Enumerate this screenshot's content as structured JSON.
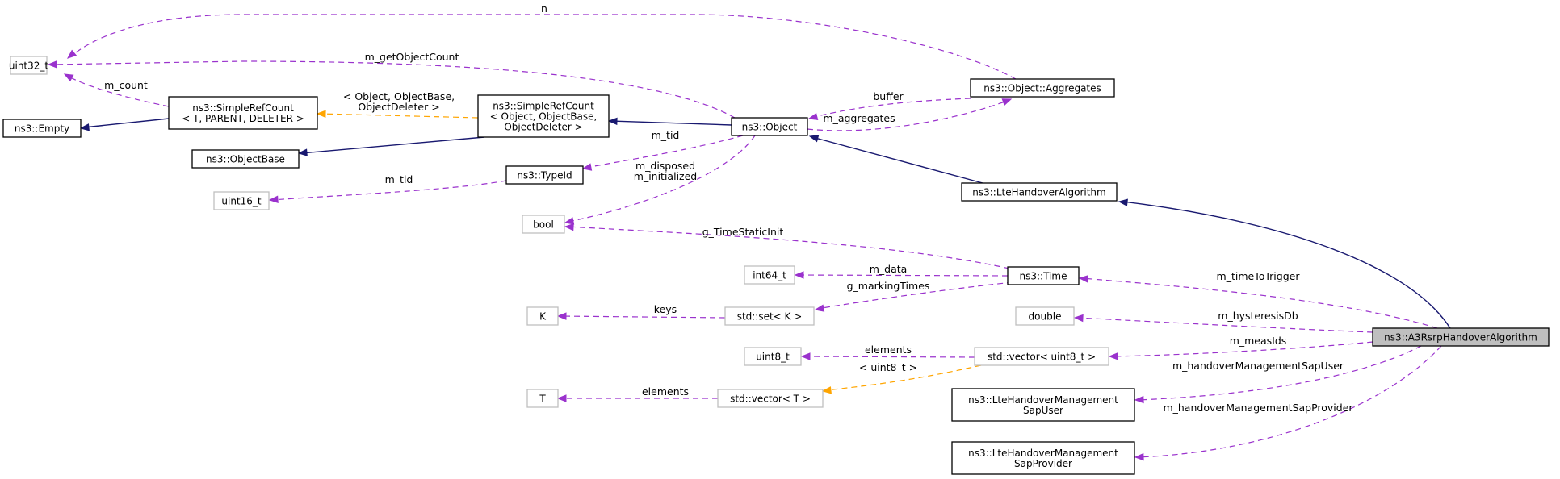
{
  "diagram": {
    "colors": {
      "inheritance": "#191970",
      "usage": "#9a32cd",
      "template": "#ffa500",
      "focus_fill": "#bfbfbf",
      "undocumented_border": "#bfbfbf"
    },
    "nodes": [
      {
        "id": "uint32_t",
        "lines": [
          "uint32_t"
        ]
      },
      {
        "id": "empty",
        "lines": [
          "ns3::Empty"
        ]
      },
      {
        "id": "simplerefcount_t",
        "lines": [
          "ns3::SimpleRefCount",
          "< T, PARENT, DELETER >"
        ]
      },
      {
        "id": "objectbase",
        "lines": [
          "ns3::ObjectBase"
        ]
      },
      {
        "id": "uint16_t",
        "lines": [
          "uint16_t"
        ]
      },
      {
        "id": "simplerefcount_obj",
        "lines": [
          "ns3::SimpleRefCount",
          "< Object, ObjectBase,",
          "ObjectDeleter >"
        ]
      },
      {
        "id": "typeid",
        "lines": [
          "ns3::TypeId"
        ]
      },
      {
        "id": "object",
        "lines": [
          "ns3::Object"
        ]
      },
      {
        "id": "aggregates",
        "lines": [
          "ns3::Object::Aggregates"
        ]
      },
      {
        "id": "bool",
        "lines": [
          "bool"
        ]
      },
      {
        "id": "lte_ho_alg",
        "lines": [
          "ns3::LteHandoverAlgorithm"
        ]
      },
      {
        "id": "int64_t",
        "lines": [
          "int64_t"
        ]
      },
      {
        "id": "time",
        "lines": [
          "ns3::Time"
        ]
      },
      {
        "id": "k",
        "lines": [
          "K"
        ]
      },
      {
        "id": "set_k",
        "lines": [
          "std::set< K >"
        ]
      },
      {
        "id": "double",
        "lines": [
          "double"
        ]
      },
      {
        "id": "a3rsrp",
        "lines": [
          "ns3::A3RsrpHandoverAlgorithm"
        ]
      },
      {
        "id": "uint8_t",
        "lines": [
          "uint8_t"
        ]
      },
      {
        "id": "vector_uint8",
        "lines": [
          "std::vector< uint8_t >"
        ]
      },
      {
        "id": "t",
        "lines": [
          "T"
        ]
      },
      {
        "id": "vector_t",
        "lines": [
          "std::vector< T >"
        ]
      },
      {
        "id": "sapuser",
        "lines": [
          "ns3::LteHandoverManagement",
          "SapUser"
        ]
      },
      {
        "id": "sapprovider",
        "lines": [
          "ns3::LteHandoverManagement",
          "SapProvider"
        ]
      }
    ],
    "edges": [
      {
        "id": "e-n",
        "from": "aggregates",
        "to": "uint32_t",
        "kind": "usage",
        "label": [
          "n"
        ]
      },
      {
        "id": "e-getobjectcount",
        "from": "object",
        "to": "uint32_t",
        "kind": "usage",
        "label": [
          "m_getObjectCount"
        ]
      },
      {
        "id": "e-count",
        "from": "simplerefcount_t",
        "to": "uint32_t",
        "kind": "usage",
        "label": [
          "m_count"
        ]
      },
      {
        "id": "e-empty",
        "from": "simplerefcount_t",
        "to": "empty",
        "kind": "inheritance",
        "label": []
      },
      {
        "id": "e-template-obj",
        "from": "simplerefcount_obj",
        "to": "simplerefcount_t",
        "kind": "template",
        "label": [
          "< Object, ObjectBase,",
          "ObjectDeleter >"
        ]
      },
      {
        "id": "e-objectbase",
        "from": "simplerefcount_obj",
        "to": "objectbase",
        "kind": "inheritance",
        "label": []
      },
      {
        "id": "e-object-src",
        "from": "object",
        "to": "simplerefcount_obj",
        "kind": "inheritance",
        "label": []
      },
      {
        "id": "e-buffer",
        "from": "aggregates",
        "to": "object",
        "kind": "usage",
        "label": [
          "buffer"
        ]
      },
      {
        "id": "e-aggregates",
        "from": "object",
        "to": "aggregates",
        "kind": "usage",
        "label": [
          "m_aggregates"
        ]
      },
      {
        "id": "e-tid",
        "from": "object",
        "to": "typeid",
        "kind": "usage",
        "label": [
          "m_tid"
        ]
      },
      {
        "id": "e-disposed",
        "from": "object",
        "to": "bool",
        "kind": "usage",
        "label": [
          "m_disposed",
          "m_initialized"
        ]
      },
      {
        "id": "e-typeid-tid",
        "from": "typeid",
        "to": "uint16_t",
        "kind": "usage",
        "label": [
          "m_tid"
        ]
      },
      {
        "id": "e-lteho-object",
        "from": "lte_ho_alg",
        "to": "object",
        "kind": "inheritance",
        "label": []
      },
      {
        "id": "e-a3-lteho",
        "from": "a3rsrp",
        "to": "lte_ho_alg",
        "kind": "inheritance",
        "label": []
      },
      {
        "id": "e-staticinit",
        "from": "time",
        "to": "bool",
        "kind": "usage",
        "label": [
          "g_TimeStaticInit"
        ]
      },
      {
        "id": "e-data",
        "from": "time",
        "to": "int64_t",
        "kind": "usage",
        "label": [
          "m_data"
        ]
      },
      {
        "id": "e-markingtimes",
        "from": "time",
        "to": "set_k",
        "kind": "usage",
        "label": [
          "g_markingTimes"
        ]
      },
      {
        "id": "e-keys",
        "from": "set_k",
        "to": "k",
        "kind": "usage",
        "label": [
          "keys"
        ]
      },
      {
        "id": "e-timetotrigger",
        "from": "a3rsrp",
        "to": "time",
        "kind": "usage",
        "label": [
          "m_timeToTrigger"
        ]
      },
      {
        "id": "e-hysteresis",
        "from": "a3rsrp",
        "to": "double",
        "kind": "usage",
        "label": [
          "m_hysteresisDb"
        ]
      },
      {
        "id": "e-measids",
        "from": "a3rsrp",
        "to": "vector_uint8",
        "kind": "usage",
        "label": [
          "m_measIds"
        ]
      },
      {
        "id": "e-elements-u8",
        "from": "vector_uint8",
        "to": "uint8_t",
        "kind": "usage",
        "label": [
          "elements"
        ]
      },
      {
        "id": "e-template-u8",
        "from": "vector_uint8",
        "to": "vector_t",
        "kind": "template",
        "label": [
          "< uint8_t >"
        ]
      },
      {
        "id": "e-elements-t",
        "from": "vector_t",
        "to": "t",
        "kind": "usage",
        "label": [
          "elements"
        ]
      },
      {
        "id": "e-sapuser",
        "from": "a3rsrp",
        "to": "sapuser",
        "kind": "usage",
        "label": [
          "m_handoverManagementSapUser"
        ]
      },
      {
        "id": "e-sapprovider",
        "from": "a3rsrp",
        "to": "sapprovider",
        "kind": "usage",
        "label": [
          "m_handoverManagementSapProvider"
        ]
      }
    ]
  }
}
